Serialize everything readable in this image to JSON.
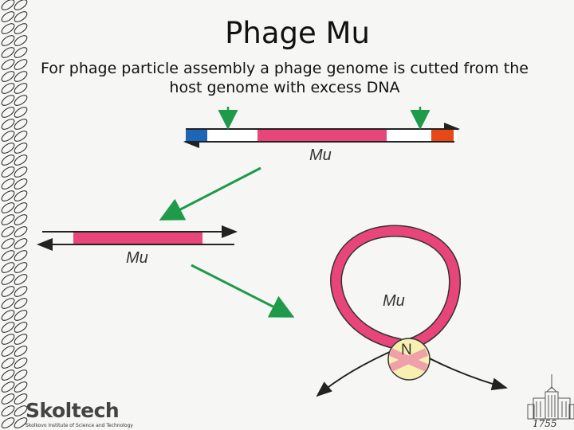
{
  "slide": {
    "title": "Phage Mu",
    "subtitle": "For phage particle assembly a phage genome is cutted from the host genome with excess DNA"
  },
  "diagram": {
    "labels": {
      "mu_top": "Mu",
      "mu_linear": "Mu",
      "mu_circle": "Mu",
      "n_label": "N"
    },
    "colors": {
      "mu_segment": "#e8457a",
      "host_left": "#1c66b8",
      "host_right": "#e84816",
      "arrow_green": "#1e9a4a",
      "n_circle": "#f8f0b0"
    }
  },
  "footer": {
    "logo": "Skoltech",
    "logo_sub": "Skolkovo Institute of Science and Technology",
    "year": "1755"
  }
}
